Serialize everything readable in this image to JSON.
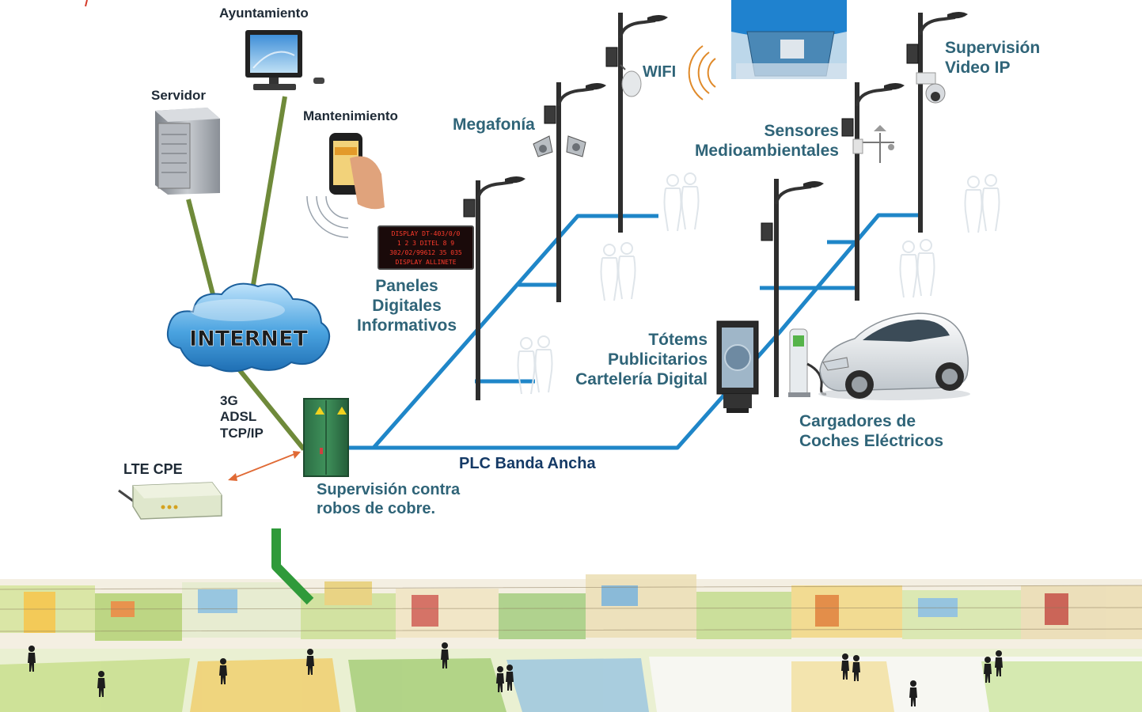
{
  "labels": {
    "ayuntamiento": "Ayuntamiento",
    "servidor": "Servidor",
    "mantenimiento": "Mantenimiento",
    "internet": "INTERNET",
    "connectivity": [
      "3G",
      "ADSL",
      "TCP/IP"
    ],
    "lte_cpe": "LTE CPE",
    "copper_supervision": [
      "Supervisión contra",
      "robos de cobre."
    ],
    "plc": "PLC  Banda Ancha",
    "paneles": [
      "Paneles",
      "Digitales",
      "Informativos"
    ],
    "megafonia": "Megafonía",
    "wifi": "WIFI",
    "totems": [
      "Tótems",
      "Publicitarios",
      "Cartelería Digital"
    ],
    "sensores": [
      "Sensores",
      "Medioambientales"
    ],
    "video": [
      "Supervisión",
      "Video IP"
    ],
    "cargadores": [
      "Cargadores  de",
      "Coches Eléctricos"
    ]
  },
  "led_panel_lines": [
    "DISPLAY DT-403/0/0",
    "1  2  3  DITEL  8  9",
    "302/02/99612 35 035",
    "DISPLAY ALLINETE"
  ],
  "colors": {
    "network_blue": "#1f86c8",
    "link_green": "#6f8a3a",
    "cabinet_green": "#2f7a4a",
    "arrow": "#e06a35",
    "cloud": "#4aa3e0"
  },
  "icons": [
    "desktop-icon",
    "server-icon",
    "smartphone-icon",
    "cloud-icon",
    "cabinet-icon",
    "router-icon",
    "streetlight-icon",
    "speaker-icon",
    "wifi-ap-icon",
    "ip-camera-icon",
    "weather-station-icon",
    "led-panel-icon",
    "totem-icon",
    "ev-charger-icon",
    "car-icon",
    "signal-waves-icon",
    "pedestrian-icon",
    "cityscape-icon"
  ]
}
